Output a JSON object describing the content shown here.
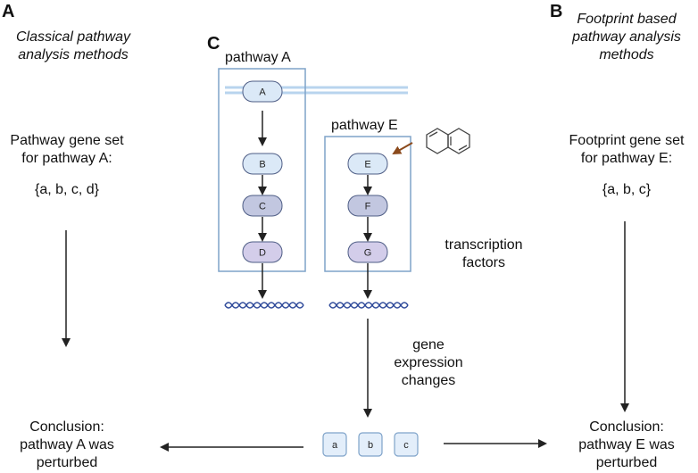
{
  "panels": {
    "a": {
      "letter": "A",
      "title_lines": [
        "Classical pathway",
        "analysis methods"
      ],
      "gene_set_lines": [
        "Pathway gene set",
        "for pathway A:"
      ],
      "gene_set_value": "{a, b, c, d}",
      "conclusion_lines": [
        "Conclusion:",
        "pathway A was",
        "perturbed"
      ]
    },
    "b": {
      "letter": "B",
      "title_lines": [
        "Footprint based",
        "pathway analysis",
        "methods"
      ],
      "gene_set_lines": [
        "Footprint gene set",
        "for pathway E:"
      ],
      "gene_set_value": "{a, b, c}",
      "conclusion_lines": [
        "Conclusion:",
        "pathway E was",
        "perturbed"
      ]
    },
    "c": {
      "letter": "C"
    }
  },
  "pathway_a": {
    "label": "pathway A",
    "nodes": [
      "A",
      "B",
      "C",
      "D"
    ]
  },
  "pathway_e": {
    "label": "pathway E",
    "nodes": [
      "E",
      "F",
      "G"
    ]
  },
  "labels": {
    "transcription_factors": [
      "transcription",
      "factors"
    ],
    "gene_expression_changes": [
      "gene",
      "expression",
      "changes"
    ]
  },
  "genes": [
    "a",
    "b",
    "c"
  ],
  "colors": {
    "box_border": "#7fa3c9",
    "membrane": "#b8d4ee",
    "node_light": "#dbe9f7",
    "node_mid": "#c2c7e0",
    "node_purple": "#d3cdea",
    "node_stroke": "#4e5d85",
    "dna": "#2f4a9a",
    "inhibitor_arrow": "#8b4a1c",
    "gene_box_fill": "#e3eefa"
  }
}
